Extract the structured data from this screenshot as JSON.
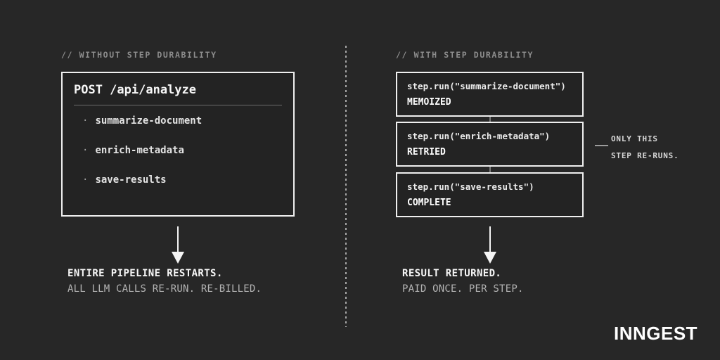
{
  "left": {
    "header": "// WITHOUT STEP DURABILITY",
    "box": {
      "title": "POST /api/analyze",
      "bullet": "·",
      "items": [
        "summarize-document",
        "enrich-metadata",
        "save-results"
      ]
    },
    "result_title": "ENTIRE PIPELINE RESTARTS.",
    "result_subtitle": "ALL LLM CALLS RE-RUN. RE-BILLED."
  },
  "right": {
    "header": "// WITH STEP DURABILITY",
    "steps": [
      {
        "code": "step.run(\"summarize-document\")",
        "status": "MEMOIZED"
      },
      {
        "code": "step.run(\"enrich-metadata\")",
        "status": "RETRIED"
      },
      {
        "code": "step.run(\"save-results\")",
        "status": "COMPLETE"
      }
    ],
    "annotation": {
      "line1": "ONLY THIS",
      "line2": "STEP RE-RUNS."
    },
    "result_title": "RESULT RETURNED.",
    "result_subtitle": "PAID ONCE. PER STEP."
  },
  "footer": {
    "logo": "INNGEST"
  },
  "colors": {
    "background": "#272727",
    "box_background": "#232323",
    "box_border": "#efefef",
    "text_bright": "#f7f7f7",
    "text_gray": "#b3b3b3",
    "header_gray": "#8d8d8d",
    "divider_dots": "#a8a8a8"
  }
}
